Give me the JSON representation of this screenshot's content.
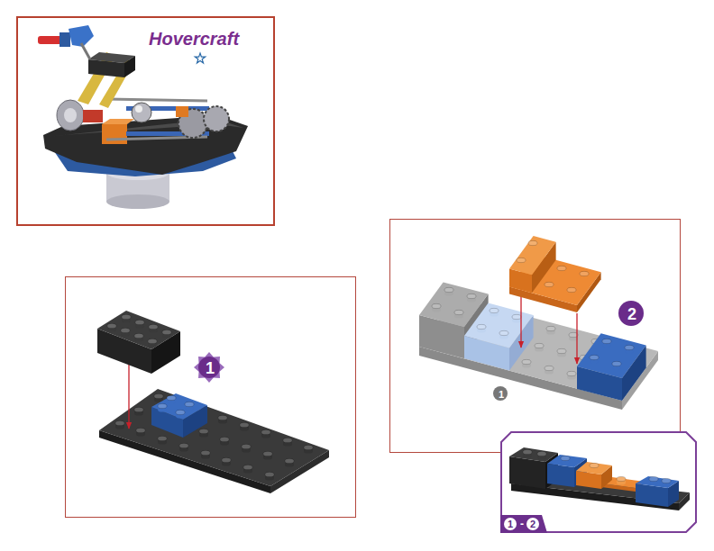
{
  "diagram": {
    "title": "Hovercraft",
    "nodes": [
      {
        "text": [
          "1"
        ]
      },
      {
        "text": [
          "2",
          "1"
        ]
      },
      {
        "text": [
          "1",
          "-",
          "2"
        ]
      }
    ]
  }
}
